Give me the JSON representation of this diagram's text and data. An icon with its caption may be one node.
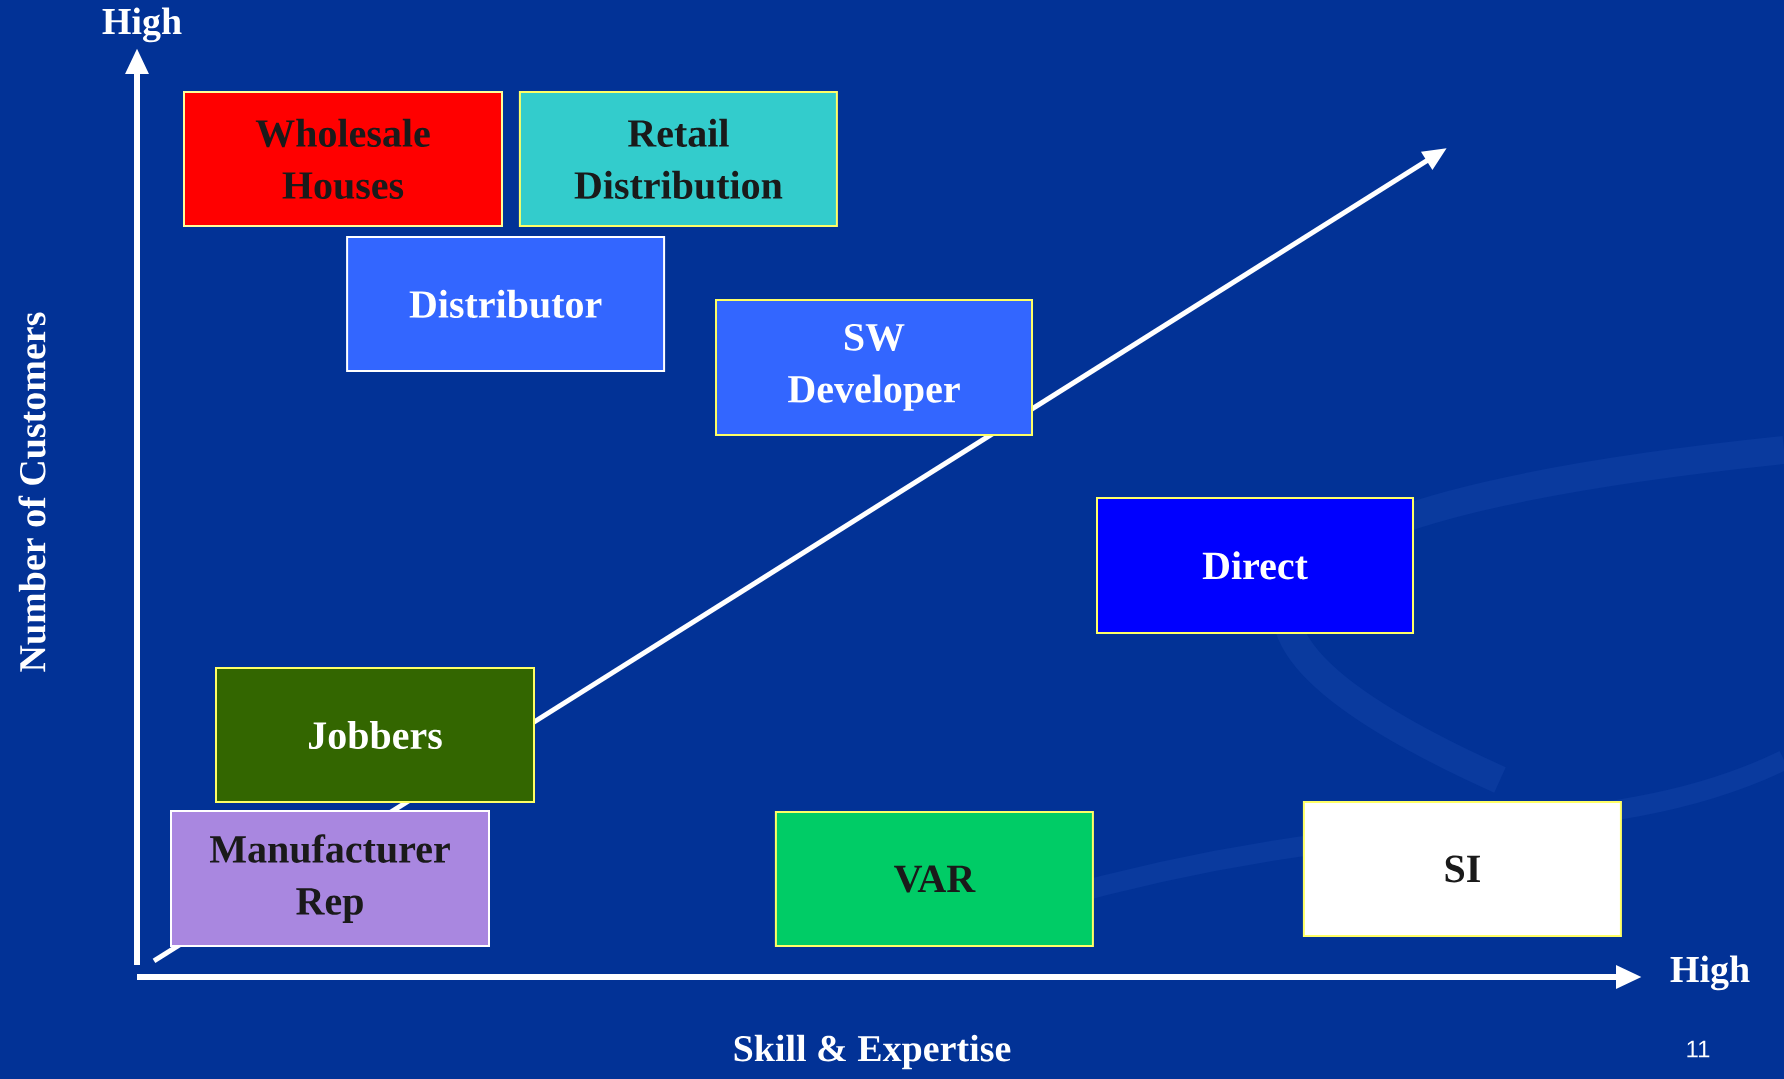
{
  "diagram": {
    "nodes": [
      {
        "text": [
          "Wholesale Houses"
        ]
      },
      {
        "text": [
          "Retail Distribution"
        ]
      },
      {
        "text": [
          "Distributor"
        ]
      },
      {
        "text": [
          "SW Developer"
        ]
      },
      {
        "text": [
          "Direct"
        ]
      },
      {
        "text": [
          "Jobbers"
        ]
      },
      {
        "text": [
          "Manufacturer Rep"
        ]
      },
      {
        "text": [
          "VAR"
        ]
      },
      {
        "text": [
          "SI"
        ]
      }
    ],
    "labels": [
      "High",
      "Number of Customers",
      "High",
      "Skill & Expertise",
      "11"
    ]
  }
}
